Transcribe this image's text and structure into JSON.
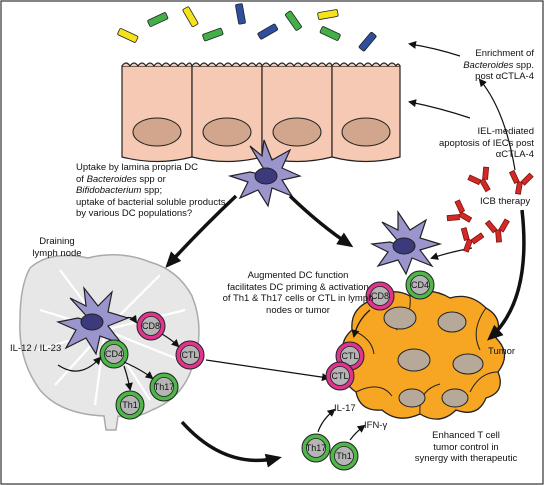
{
  "labels": {
    "enrichment": {
      "pre": "Enrichment of",
      "italic": "Bacteroides",
      "post": " spp.",
      "line3": "post αCTLA-4"
    },
    "iel": {
      "line1": "IEL-mediated",
      "line2": "apoptosis of IECs post",
      "line3": "αCTLA-4"
    },
    "icb": "ICB therapy",
    "uptake": {
      "line1": "Uptake by lamina propria DC",
      "line2_pre": "of ",
      "line2_it": "Bacteroides",
      "line2_post": " spp or",
      "line3_it": "Bifidobacterium",
      "line3_post": " spp;",
      "line4": "uptake of bacterial soluble products",
      "line5": "by various DC populations?"
    },
    "draining": {
      "line1": "Draining",
      "line2": "lymph node"
    },
    "augmented": {
      "line1": "Augmented DC function",
      "line2": "facilitates DC priming & activation",
      "line3": "of Th1 & Th17 cells or CTL in lymph",
      "line4": "nodes or tumor"
    },
    "il12": "IL-12 / IL-23",
    "tumor": "Tumor",
    "il17": "IL-17",
    "ifng": "IFN-γ",
    "enhanced": {
      "line1": "Enhanced T cell",
      "line2": "tumor control in",
      "line3": "synergy with therapeutic"
    }
  },
  "cells": {
    "cd8": "CD8",
    "cd4": "CD4",
    "ctl": "CTL",
    "th1": "Th1",
    "th17": "Th17"
  },
  "colors": {
    "epithelium": "#f6c9b4",
    "nucleus": "#d2a68c",
    "dc": "#9a95cc",
    "dc_nucleus": "#3d3a7c",
    "tumor": "#f6a623",
    "tumor_nucleus": "#b7a99a",
    "cd8_ring": "#e0348f",
    "cd4_ring": "#4fb64a",
    "antibody": "#d42a26",
    "lymph": "#e7e7e7",
    "bacteria_yellow": "#f5e21b",
    "bacteria_green": "#43b047",
    "bacteria_blue": "#2f4f9e"
  }
}
